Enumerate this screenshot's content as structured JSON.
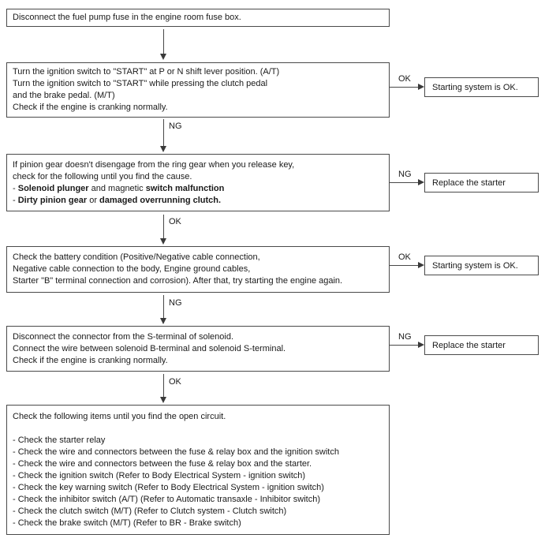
{
  "flow": {
    "box1": {
      "lines": [
        "Disconnect the fuel pump fuse in the engine room fuse box."
      ]
    },
    "box2": {
      "lines": [
        "Turn the ignition switch to \"START\" at P or N shift lever position. (A/T)",
        "Turn the ignition switch to \"START\" while pressing the clutch pedal",
        "and the brake pedal. (M/T)",
        "Check if the engine is cranking normally."
      ]
    },
    "box3": {
      "lines": [
        "If pinion gear doesn't disengage from the ring gear when you release key,",
        "check for the following until you find the cause."
      ],
      "line3": {
        "prefix": "- ",
        "bold1": "Solenoid plunger",
        "mid": " and magnetic ",
        "bold2": "switch malfunction"
      },
      "line4": {
        "prefix": "- ",
        "bold1": "Dirty pinion gear",
        "mid": " or ",
        "bold2": "damaged overrunning clutch."
      }
    },
    "box4": {
      "lines": [
        "Check the battery condition (Positive/Negative cable connection,",
        "Negative cable connection to the body, Engine ground cables,",
        "Starter \"B\" terminal connection and corrosion). After that, try starting the engine again."
      ]
    },
    "box5": {
      "lines": [
        "Disconnect the connector from the S-terminal of solenoid.",
        "Connect the wire between solenoid B-terminal and solenoid S-terminal.",
        "Check if the engine is cranking normally."
      ]
    },
    "box6": {
      "intro": "Check the following items until you find the open circuit.",
      "items": [
        "- Check the starter relay",
        "- Check the wire and connectors between the fuse & relay box and the ignition switch",
        "- Check the wire and connectors between the fuse & relay box and the starter.",
        "- Check the ignition switch (Refer to Body Electrical System - ignition switch)",
        "- Check the key warning switch (Refer to Body Electrical System - ignition switch)",
        "- Check the inhibitor switch (A/T) (Refer to Automatic transaxle - Inhibitor switch)",
        "- Check the clutch switch (M/T) (Refer to Clutch system - Clutch switch)",
        "- Check the brake switch (M/T) (Refer to BR - Brake switch)"
      ]
    },
    "down_labels": {
      "a2": "NG",
      "a3": "OK",
      "a4": "NG",
      "a5": "OK"
    },
    "connectors": [
      {
        "label": "OK",
        "result": "Starting system is OK."
      },
      {
        "label": "NG",
        "result": "Replace the starter"
      },
      {
        "label": "OK",
        "result": "Starting system is OK."
      },
      {
        "label": "NG",
        "result": "Replace the starter"
      }
    ]
  }
}
